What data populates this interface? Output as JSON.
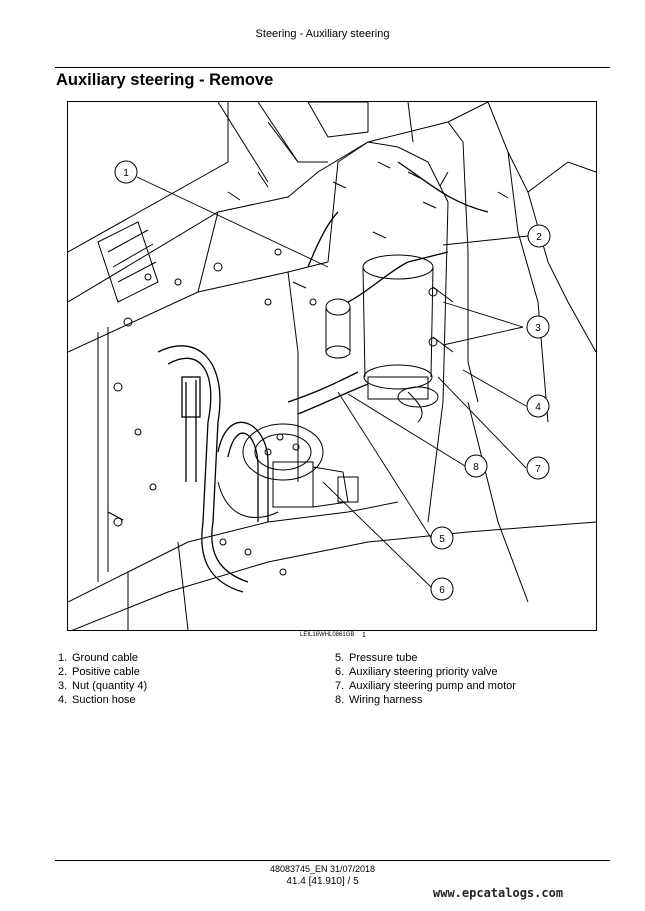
{
  "header": {
    "title": "Steering - Auxiliary steering"
  },
  "section": {
    "title": "Auxiliary steering - Remove"
  },
  "figure": {
    "code": "LEIL16WHL0861GB",
    "number": "1",
    "callouts": [
      "1",
      "2",
      "3",
      "4",
      "5",
      "6",
      "7",
      "8"
    ]
  },
  "legend": {
    "col1": [
      {
        "num": "1.",
        "text": "Ground cable"
      },
      {
        "num": "2.",
        "text": "Positive cable"
      },
      {
        "num": "3.",
        "text": "Nut (quantity 4)"
      },
      {
        "num": "4.",
        "text": "Suction hose"
      }
    ],
    "col2": [
      {
        "num": "5.",
        "text": "Pressure tube"
      },
      {
        "num": "6.",
        "text": "Auxiliary steering priority valve"
      },
      {
        "num": "7.",
        "text": "Auxiliary steering pump and motor"
      },
      {
        "num": "8.",
        "text": "Wiring harness"
      }
    ]
  },
  "footer": {
    "doc": "48083745_EN 31/07/2018",
    "page": "41.4 [41.910] / 5",
    "watermark": "www.epcatalogs.com"
  }
}
